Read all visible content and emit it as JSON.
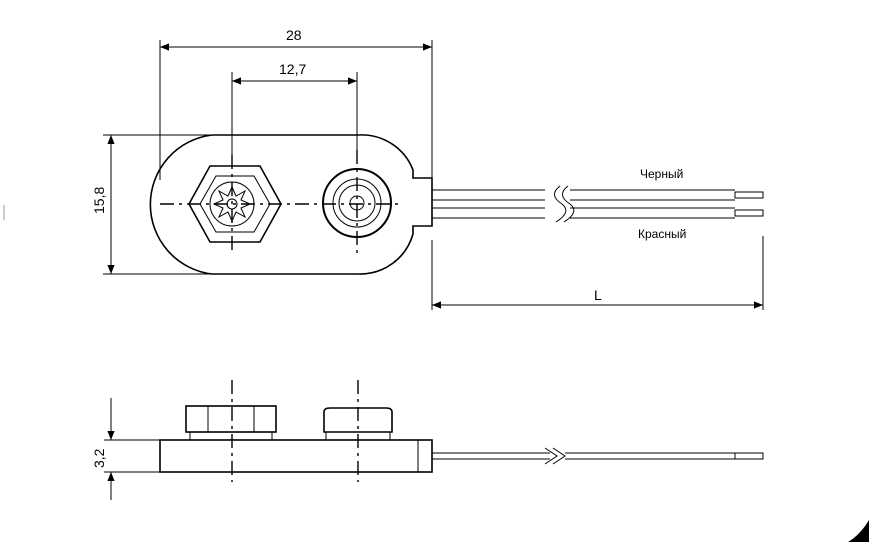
{
  "dimensions": {
    "total_length": "28",
    "hole_spacing": "12,7",
    "height": "15,8",
    "thickness": "3,2",
    "wire_length": "L"
  },
  "wires": {
    "black_label": "Черный",
    "red_label": "Красный"
  }
}
